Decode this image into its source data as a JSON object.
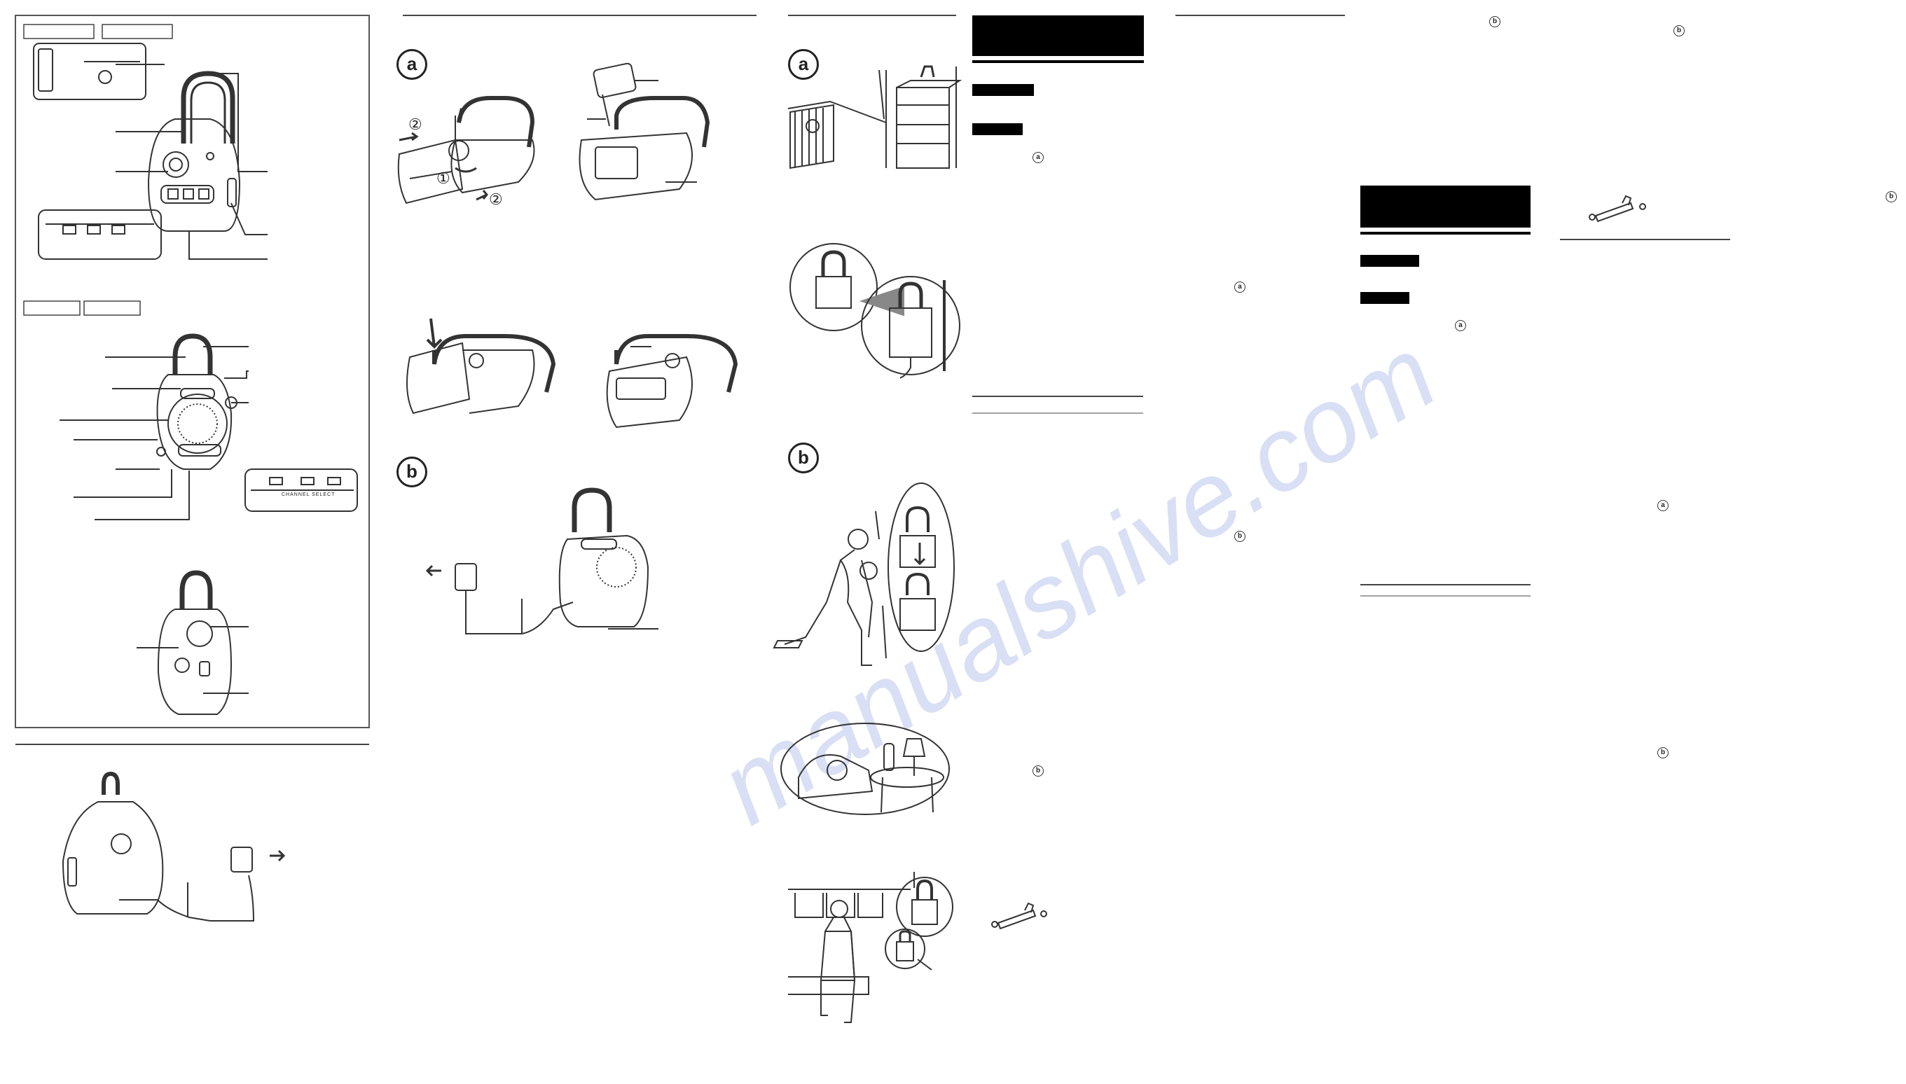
{
  "watermark": "manualshive.com",
  "figure_labels": {
    "panel2_a": "a",
    "panel2_b": "b",
    "panel3_a": "a",
    "panel3_b": "b",
    "text_ref_a1": "a",
    "text_ref_b1": "b",
    "text_ref_a2": "a",
    "text_ref_b2": "b",
    "text_ref_a3": "a",
    "text_ref_b3": "b",
    "text_ref_b4": "b",
    "text_ref_b5": "b",
    "text_ref_a4": "a",
    "text_ref_b6": "b"
  },
  "step_numbers": {
    "step_1": "①",
    "step_2a": "②",
    "step_2b": "②"
  },
  "panel_labels": {
    "channel_select": "CHANNEL SELECT"
  }
}
